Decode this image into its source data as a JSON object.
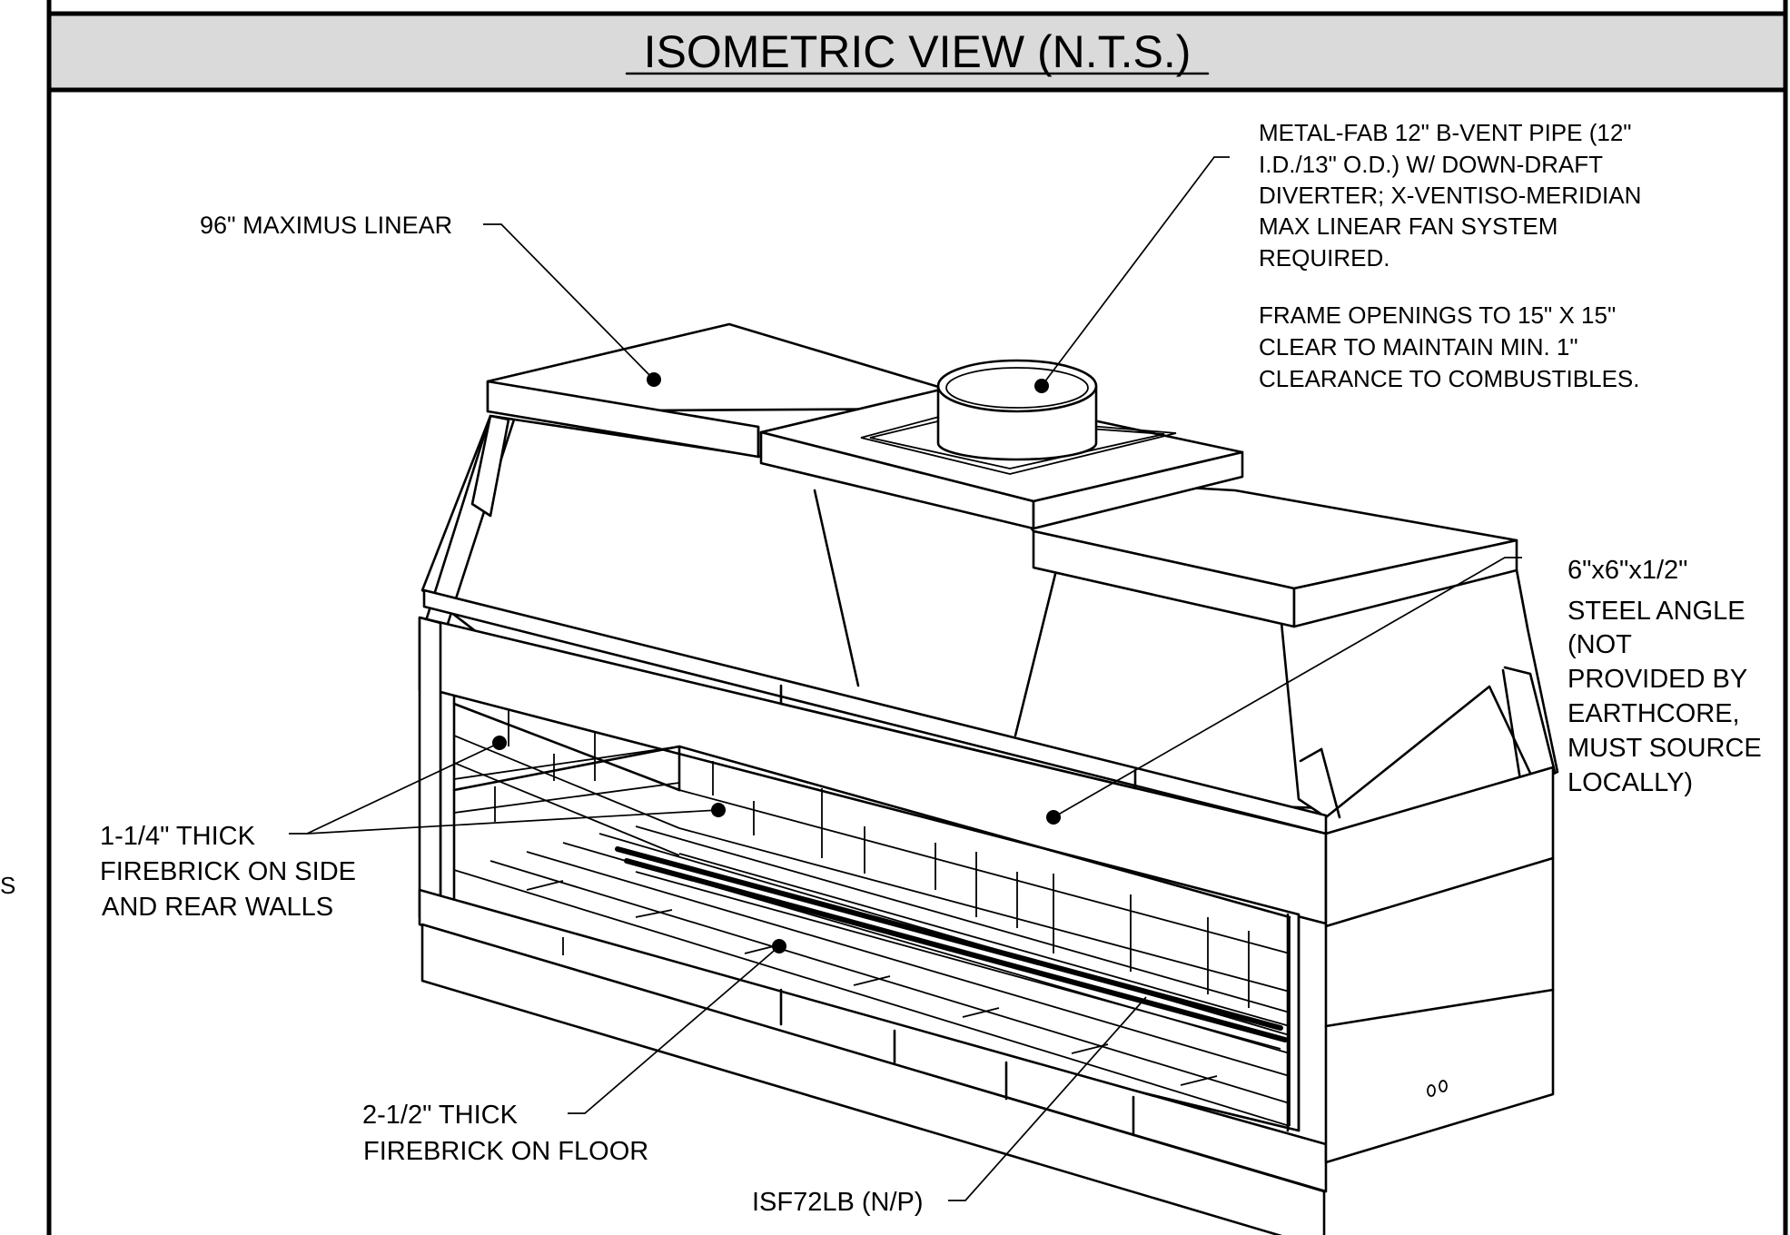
{
  "title": "ISOMETRIC VIEW (N.T.S.)",
  "edge_mark": "S",
  "callouts": {
    "unit": [
      "96\" MAXIMUS LINEAR"
    ],
    "vent_note": [
      "METAL-FAB 12\" B-VENT PIPE (12\"",
      "I.D./13\" O.D.) W/ DOWN-DRAFT",
      "DIVERTER; X-VENTISO-MERIDIAN",
      "MAX LINEAR FAN SYSTEM",
      "REQUIRED."
    ],
    "frame_note": [
      "FRAME OPENINGS TO 15\" X 15\"",
      "CLEAR TO MAINTAIN MIN. 1\"",
      "CLEARANCE TO COMBUSTIBLES."
    ],
    "angle_note": [
      "6\"x6\"x1/2\"",
      "STEEL ANGLE",
      "(NOT",
      "PROVIDED BY",
      "EARTHCORE,",
      "MUST SOURCE",
      "LOCALLY)"
    ],
    "wall_brick": [
      "1-1/4\" THICK",
      "FIREBRICK ON SIDE",
      "AND REAR WALLS"
    ],
    "floor_brick": [
      "2-1/2\" THICK",
      "FIREBRICK ON FLOOR"
    ],
    "burner": [
      "ISF72LB (N/P)"
    ]
  }
}
